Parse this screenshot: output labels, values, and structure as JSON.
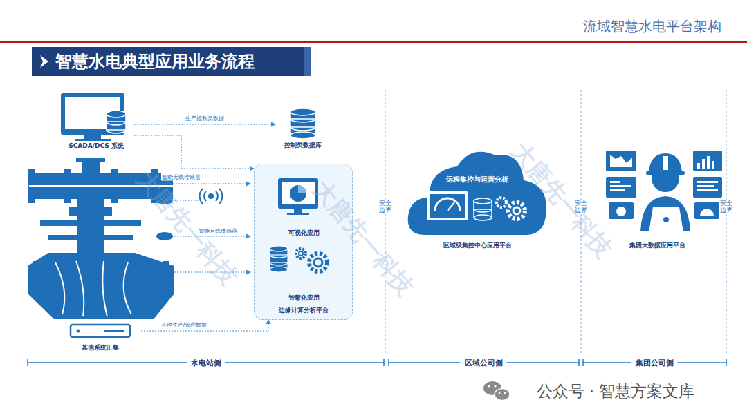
{
  "diagram": {
    "title": "智慧水电典型应用业务流程",
    "nodes": [
      {
        "text": [
          "SCADA/DCS 系统"
        ]
      },
      {
        "text": [
          "控制类数据库"
        ]
      },
      {
        "text": [
          "边缘计算分析平台"
        ]
      },
      {
        "text": [
          "可视化应用"
        ],
        "in": 2
      },
      {
        "text": [
          "智慧化应用"
        ],
        "in": 2
      },
      {
        "text": [
          "其他系统汇集"
        ]
      },
      {
        "text": [
          "远程集控与运营分析",
          "区域级集控中心应用平台"
        ]
      },
      {
        "text": [
          "集团大数据应用平台"
        ]
      }
    ],
    "edges": [
      {
        "from": 0,
        "to": 1,
        "label": "生产控制类数据",
        "arrow": "to"
      },
      {
        "from": 0,
        "to": 2,
        "arrow": "to"
      },
      {
        "from": 5,
        "to": 2,
        "label": "其他生产/管理数据",
        "arrow": "to"
      }
    ],
    "labels": [
      "流域智慧水电平台架构",
      "智能无线传感器",
      "智能有线传感器",
      "安全边界",
      "安全边界",
      "安全边界",
      "水电站侧",
      "区域公司侧",
      "集团公司侧",
      "大唐先一科技",
      "大唐先一科技",
      "大唐先一科技",
      "公众号 · 智慧方案文库"
    ]
  }
}
